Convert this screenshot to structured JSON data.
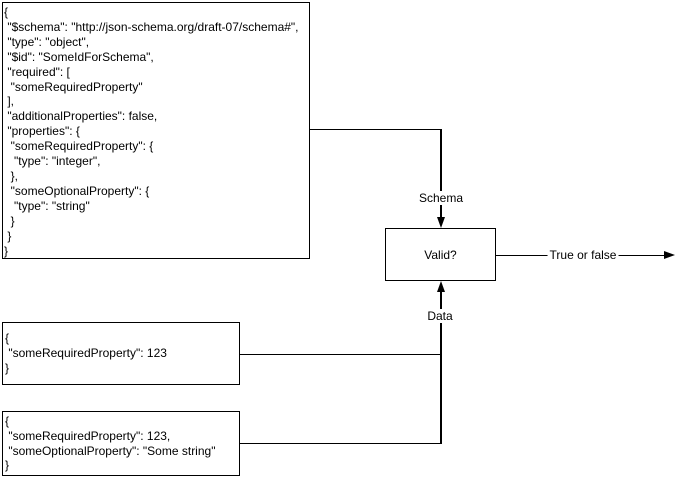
{
  "diagram": {
    "schema_box": {
      "text": "{\n \"$schema\": \"http://json-schema.org/draft-07/schema#\",\n \"type\": \"object\",\n \"$id\": \"SomeIdForSchema\",\n \"required\": [\n  \"someRequiredProperty\"\n ],\n \"additionalProperties\": false,\n \"properties\": {\n  \"someRequiredProperty\": {\n   \"type\": \"integer\",\n  },\n  \"someOptionalProperty\": {\n   \"type\": \"string\"\n  }\n }\n}"
    },
    "data_box_1": {
      "text": "{\n \"someRequiredProperty\": 123\n}"
    },
    "data_box_2": {
      "text": "{\n \"someRequiredProperty\": 123,\n \"someOptionalProperty\": \"Some string\"\n}"
    },
    "valid_box": {
      "label": "Valid?"
    },
    "edges": {
      "schema_label": "Schema",
      "data_label": "Data",
      "output_label": "True or false"
    },
    "colors": {
      "stroke": "#000000",
      "fill": "#ffffff",
      "text": "#000000"
    }
  }
}
